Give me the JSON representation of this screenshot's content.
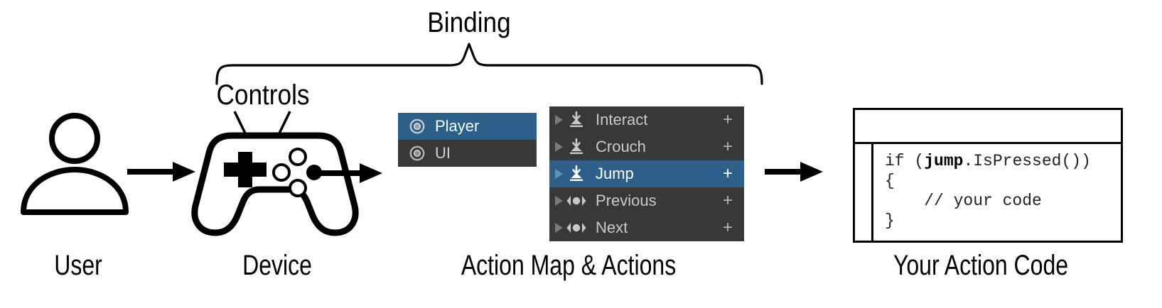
{
  "diagram": {
    "title_annotations": {
      "binding": "Binding",
      "controls": "Controls"
    },
    "captions": [
      {
        "id": "user",
        "text": "User"
      },
      {
        "id": "device",
        "text": "Device"
      },
      {
        "id": "action-map-actions",
        "text": "Action Map & Actions"
      },
      {
        "id": "your-action-code",
        "text": "Your Action Code"
      }
    ]
  },
  "action_maps_panel": {
    "rows": [
      {
        "label": "Player",
        "icon": "action-map-icon",
        "selected": true
      },
      {
        "label": "UI",
        "icon": "action-map-icon",
        "selected": false
      }
    ]
  },
  "actions_panel": {
    "add_label": "+",
    "rows": [
      {
        "label": "Interact",
        "icon": "button-action-icon",
        "selected": false,
        "plus": "+"
      },
      {
        "label": "Crouch",
        "icon": "button-action-icon",
        "selected": false,
        "plus": "+"
      },
      {
        "label": "Jump",
        "icon": "button-action-icon",
        "selected": true,
        "plus": "+"
      },
      {
        "label": "Previous",
        "icon": "axis-action-icon",
        "selected": false,
        "plus": "+"
      },
      {
        "label": "Next",
        "icon": "axis-action-icon",
        "selected": false,
        "plus": "+"
      }
    ]
  },
  "code_window": {
    "title": "",
    "lines": [
      {
        "pre": "if (",
        "bold": "jump",
        "post": ".IsPressed())"
      },
      {
        "pre": "{",
        "bold": "",
        "post": ""
      },
      {
        "pre": "    // your code",
        "bold": "",
        "post": ""
      },
      {
        "pre": "}",
        "bold": "",
        "post": ""
      }
    ]
  },
  "icons": {
    "user": "user-person-icon",
    "device": "gamepad-icon",
    "flow_arrow": "right-arrow-icon",
    "controls_pointer": "diagonal-arrow-icon",
    "brace": "curly-brace-icon"
  },
  "colors": {
    "panel_background": "#383838",
    "selection_blue": "#2d5f8b",
    "row_text": "#c9c9c9",
    "selected_text": "#ffffff",
    "stroke_black": "#000000",
    "page_background": "#ffffff"
  }
}
